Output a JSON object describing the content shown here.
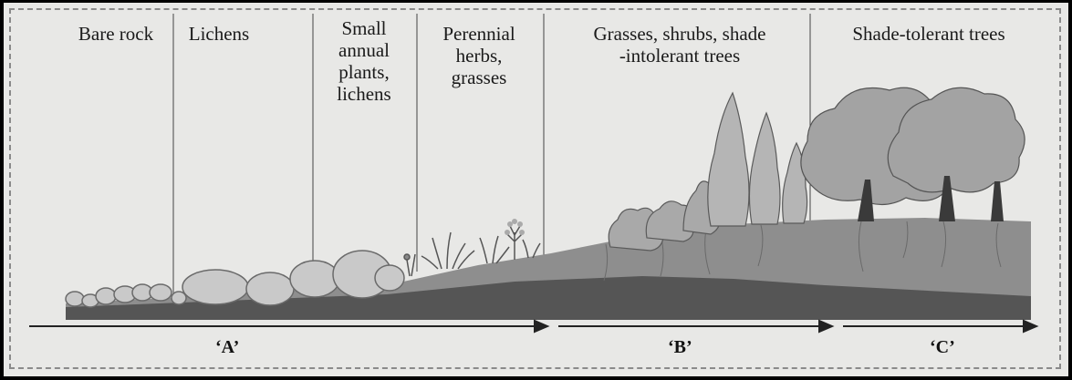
{
  "stages": [
    {
      "id": "bare-rock",
      "label": "Bare rock"
    },
    {
      "id": "lichens",
      "label": "Lichens"
    },
    {
      "id": "small-annual",
      "label": "Small\nannual\nplants,\nlichens"
    },
    {
      "id": "perennial",
      "label": "Perennial\nherbs,\ngrasses"
    },
    {
      "id": "grasses-shrubs",
      "label": "Grasses, shrubs, shade\n-intolerant trees"
    },
    {
      "id": "shade-tolerant",
      "label": "Shade-tolerant trees"
    }
  ],
  "phases": [
    {
      "id": "A",
      "label": "‘A’"
    },
    {
      "id": "B",
      "label": "‘B’"
    },
    {
      "id": "C",
      "label": "‘C’"
    }
  ],
  "colors": {
    "background": "#e8e8e6",
    "rock": "#c9c9c9",
    "soil_dark": "#555555",
    "soil_mid": "#8e8e8e",
    "foliage": "#a9a9a9",
    "trunk": "#3a3a3a",
    "arrow": "#222222"
  }
}
